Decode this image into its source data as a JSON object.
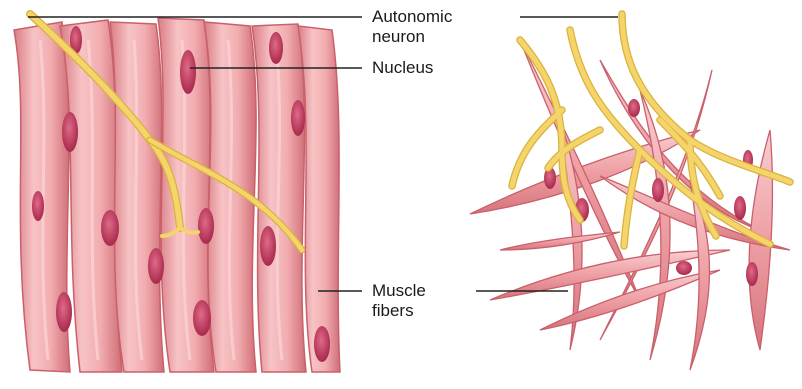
{
  "labels": {
    "autonomic_neuron": "Autonomic neuron",
    "nucleus": "Nucleus",
    "muscle_fibers": "Muscle fibers"
  },
  "colors": {
    "fiber_fill": "#efa6a9",
    "fiber_stroke": "#c9606a",
    "fiber_highlight": "#fbd5d7",
    "nucleus_fill": "#c23e62",
    "nerve": "#f5d56b",
    "nerve_stroke": "#d8b23c",
    "leader_line": "#222222",
    "text": "#1a1a1a"
  }
}
